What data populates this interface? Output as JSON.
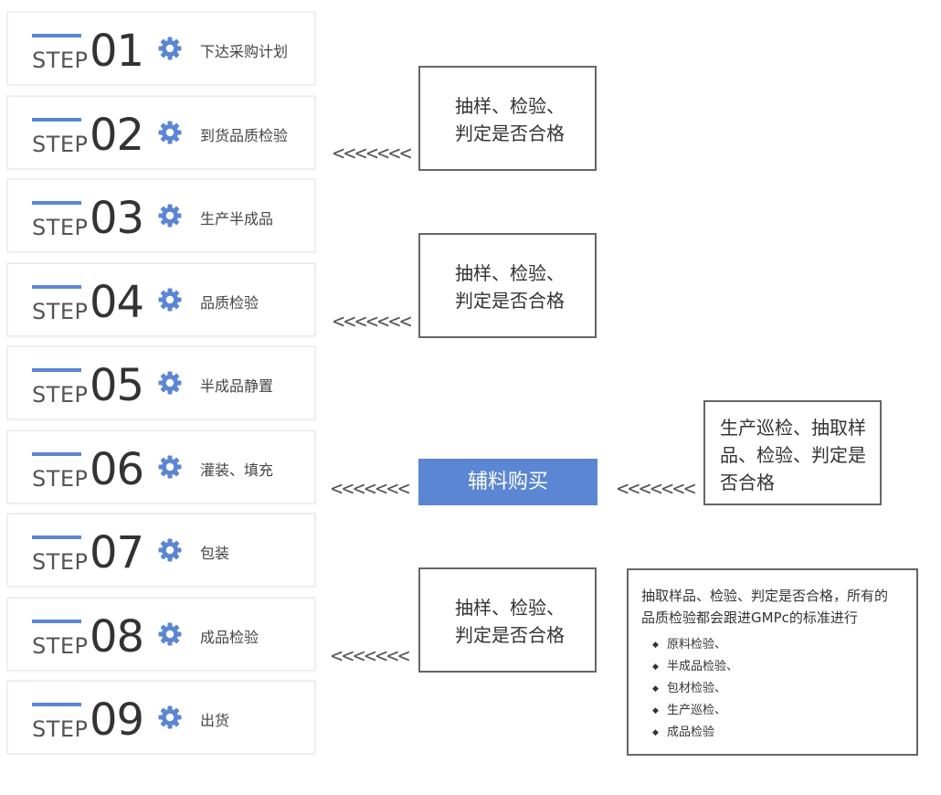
{
  "step_word": "STEP",
  "steps": [
    {
      "num": "01",
      "label": "下达采购计划"
    },
    {
      "num": "02",
      "label": "到货品质检验"
    },
    {
      "num": "03",
      "label": "生产半成品"
    },
    {
      "num": "04",
      "label": "品质检验"
    },
    {
      "num": "05",
      "label": "半成品静置"
    },
    {
      "num": "06",
      "label": "灌装、填充"
    },
    {
      "num": "07",
      "label": "包装"
    },
    {
      "num": "08",
      "label": "成品检验"
    },
    {
      "num": "09",
      "label": "出货"
    }
  ],
  "arrows": "<<<<<<<",
  "check_boxes": [
    {
      "line1": "抽样、检验、",
      "line2": "判定是否合格"
    },
    {
      "line1": "抽样、检验、",
      "line2": "判定是否合格"
    },
    {
      "line1": "抽样、检验、",
      "line2": "判定是否合格"
    }
  ],
  "auxiliary_purchase": "辅料购买",
  "patrol_box": {
    "line1": "生产巡检、抽取样",
    "line2": "品、检验、判定是",
    "line3": "否合格"
  },
  "note": {
    "line1": "抽取样品、检验、判定是否合格，所有的",
    "line2": "品质检验都会跟进GMPc的标准进行",
    "bullet": "◆",
    "items": [
      "原料检验、",
      "半成品检验、",
      "包材检验、",
      "生产巡检、",
      "成品检验"
    ]
  },
  "colors": {
    "accent": "#5b86d4",
    "border": "#666666"
  }
}
